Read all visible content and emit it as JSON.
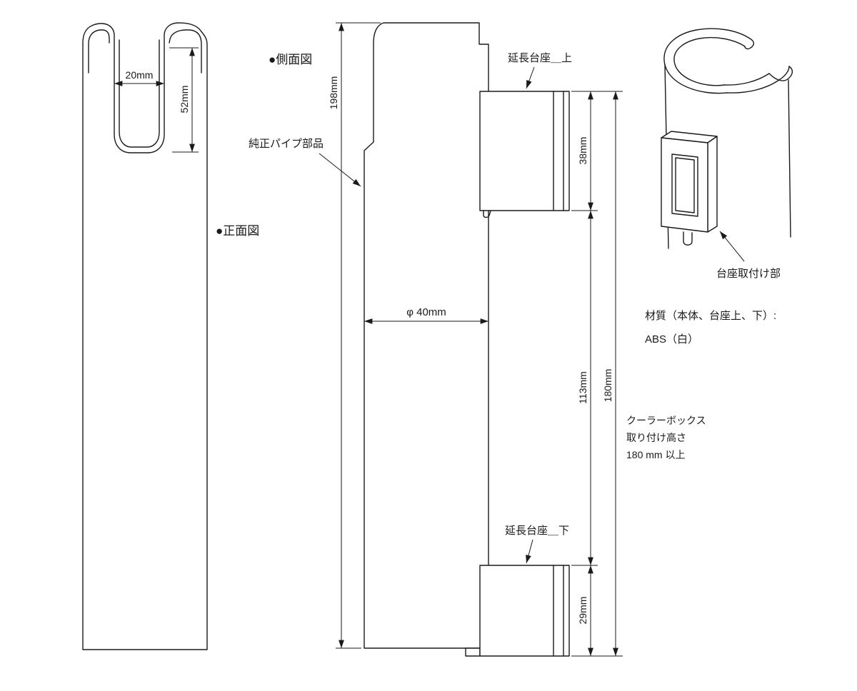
{
  "drawing": {
    "front_view_label": "●正面図",
    "side_view_label": "●側面図",
    "pipe_part_label": "純正パイプ部品",
    "upper_base_label": "延長台座＿上",
    "lower_base_label": "延長台座＿下",
    "bracket_label": "台座取付け部",
    "dimensions": {
      "slot_width": "20mm",
      "slot_depth": "52mm",
      "overall_height": "198mm",
      "diameter": "φ 40mm",
      "upper_base_height": "38mm",
      "between_bases": "113mm",
      "mount_height": "180mm",
      "lower_base_height": "29mm"
    },
    "notes": {
      "material_line1": "材質（本体、台座上、下）:",
      "material_line2": "ABS（白）",
      "cooler_line1": "クーラーボックス",
      "cooler_line2": "取り付け高さ",
      "cooler_line3": "180 mm 以上"
    },
    "colors": {
      "line": "#1a1a1a",
      "background": "#ffffff"
    }
  }
}
